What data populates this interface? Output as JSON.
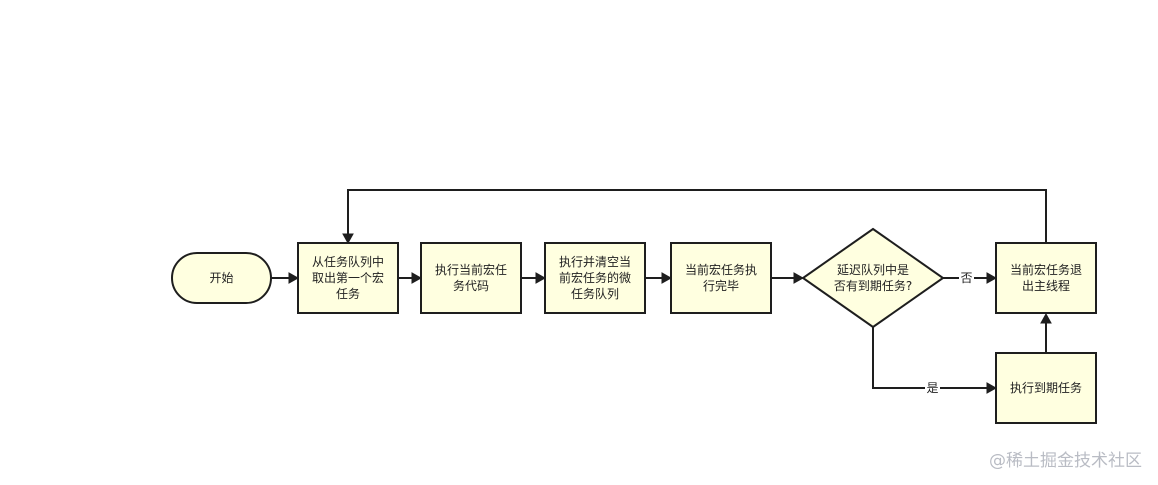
{
  "diagram": {
    "nodes": {
      "start": {
        "lines": [
          "开始"
        ]
      },
      "take_macro": {
        "lines": [
          "从任务队列中",
          "取出第一个宏",
          "任务"
        ]
      },
      "exec_macro": {
        "lines": [
          "执行当前宏任",
          "务代码"
        ]
      },
      "exec_micro": {
        "lines": [
          "执行并清空当",
          "前宏任务的微",
          "任务队列"
        ]
      },
      "macro_done": {
        "lines": [
          "当前宏任务执",
          "行完毕"
        ]
      },
      "check_delay": {
        "lines": [
          "延迟队列中是",
          "否有到期任务?"
        ]
      },
      "exit_main": {
        "lines": [
          "当前宏任务退",
          "出主线程"
        ]
      },
      "exec_expired": {
        "lines": [
          "执行到期任务"
        ]
      }
    },
    "edge_labels": {
      "no": "否",
      "yes": "是"
    }
  },
  "watermark": "@稀土掘金技术社区"
}
